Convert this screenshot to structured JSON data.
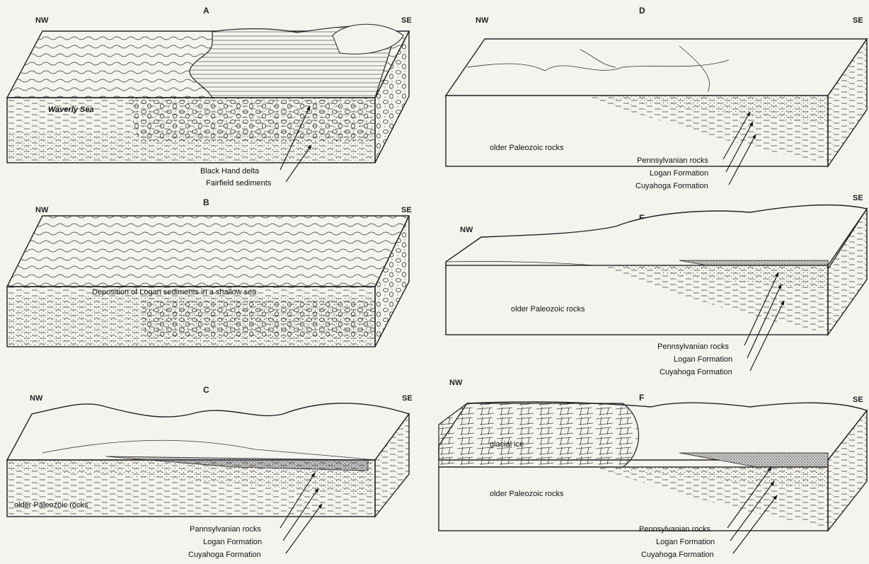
{
  "panels": {
    "A": {
      "letter": "A",
      "nw": "NW",
      "se": "SE",
      "sea_label": "Waverly Sea",
      "callouts": [
        "Black Hand delta",
        "Fairfield sediments"
      ]
    },
    "B": {
      "letter": "B",
      "nw": "NW",
      "se": "SE",
      "caption": "Deposition of Logan sediments in a shallow sea"
    },
    "C": {
      "letter": "C",
      "nw": "NW",
      "se": "SE",
      "base_label": "older Paleozoic rocks",
      "callouts": [
        "Pannsylvanian rocks",
        "Logan Formation",
        "Cuyahoga Formation"
      ]
    },
    "D": {
      "letter": "D",
      "nw": "NW",
      "se": "SE",
      "base_label": "older Paleozoic rocks",
      "callouts": [
        "Pennsylvanian rocks",
        "Logan Formation",
        "Cuyahoga Formation"
      ]
    },
    "E": {
      "letter": "E",
      "nw": "NW",
      "se": "SE",
      "base_label": "older Paleozoic rocks",
      "callouts": [
        "Pennsylvanian rocks",
        "Logan Formation",
        "Cuyahoga Formation"
      ]
    },
    "F": {
      "letter": "F",
      "nw": "NW",
      "se": "SE",
      "ice_label": "glacial ice",
      "base_label": "older Paleozoic rocks",
      "callouts": [
        "Pennsylvanian rocks",
        "Logan Formation",
        "Cuyahoga Formation"
      ]
    }
  }
}
